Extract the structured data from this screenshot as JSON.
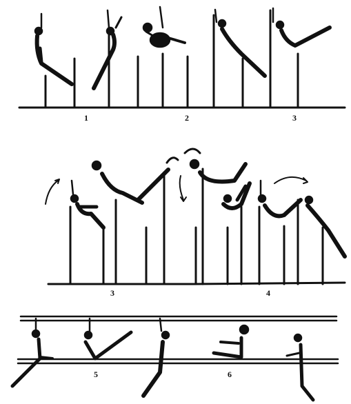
{
  "figure": {
    "top_row_labels": [
      "1",
      "2",
      "3"
    ],
    "middle_row_labels": [
      "3",
      "4"
    ],
    "bottom_row_labels": [
      "5",
      "6"
    ],
    "ink_color": "#111111",
    "background": "#ffffff"
  }
}
